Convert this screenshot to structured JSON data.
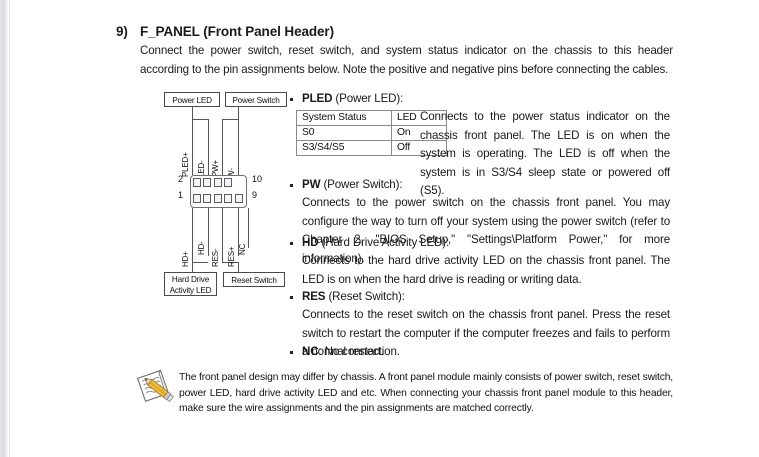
{
  "section": {
    "number": "9)",
    "title": "F_PANEL (Front Panel Header)",
    "intro": "Connect the power switch, reset switch, and system status indicator on the chassis to this header according to the pin assignments below. Note the positive and negative pins before connecting the cables."
  },
  "diagram": {
    "top_boxes": [
      {
        "label": "Power LED"
      },
      {
        "label": "Power Switch"
      }
    ],
    "bottom_boxes": [
      {
        "label": "Hard Drive Activity LED"
      },
      {
        "label": "Reset Switch"
      }
    ],
    "top_pin_labels": [
      "PLED+",
      "PLED-",
      "PW+",
      "PW-"
    ],
    "bottom_pin_labels": [
      "HD+",
      "HD-",
      "RES-",
      "RES+",
      "NC"
    ],
    "pin_numbers": {
      "top_left": "2",
      "bottom_left": "1",
      "top_right": "10",
      "bottom_right": "9"
    }
  },
  "pled": {
    "heading_bold": "PLED",
    "heading_rest": " (Power LED):",
    "table": {
      "headers": [
        "System Status",
        "LED"
      ],
      "rows": [
        [
          "S0",
          "On"
        ],
        [
          "S3/S4/S5",
          "Off"
        ]
      ]
    },
    "description": "Connects to the power status indicator on the chassis front panel. The LED is on when the system is operating. The LED is off when the system is in S3/S4 sleep state or powered off (S5)."
  },
  "items": [
    {
      "heading_bold": "PW",
      "heading_rest": " (Power Switch):",
      "body": "Connects to the power switch on the chassis front panel. You may configure the way to turn off your system using the power switch (refer to Chapter 2, \"BIOS Setup,\" \"Settings\\Platform Power,\" for more information)."
    },
    {
      "heading_bold": "HD",
      "heading_rest": " (Hard Drive Activity LED):",
      "body": "Connects to the hard drive activity LED on the chassis front panel. The LED is on when the hard drive is reading or writing data."
    },
    {
      "heading_bold": "RES",
      "heading_rest": " (Reset Switch):",
      "body": "Connects to the reset switch on the chassis front panel. Press the reset switch to restart the computer if the computer freezes and fails to perform a normal restart."
    },
    {
      "heading_bold": "NC",
      "heading_rest": ": No connection.",
      "body": ""
    }
  ],
  "note": {
    "icon": "notepad-pencil-icon",
    "text": "The front panel design may differ by chassis. A front panel module mainly consists of power switch, reset switch, power LED, hard drive activity LED and etc. When connecting your chassis front panel module to this header, make sure the wire assignments and the pin assignments are matched correctly."
  },
  "colors": {
    "text": "#1a1a1a",
    "rule": "#8a8a8e",
    "pencil": "#f0b323",
    "page_edge": "#dcdcde"
  }
}
